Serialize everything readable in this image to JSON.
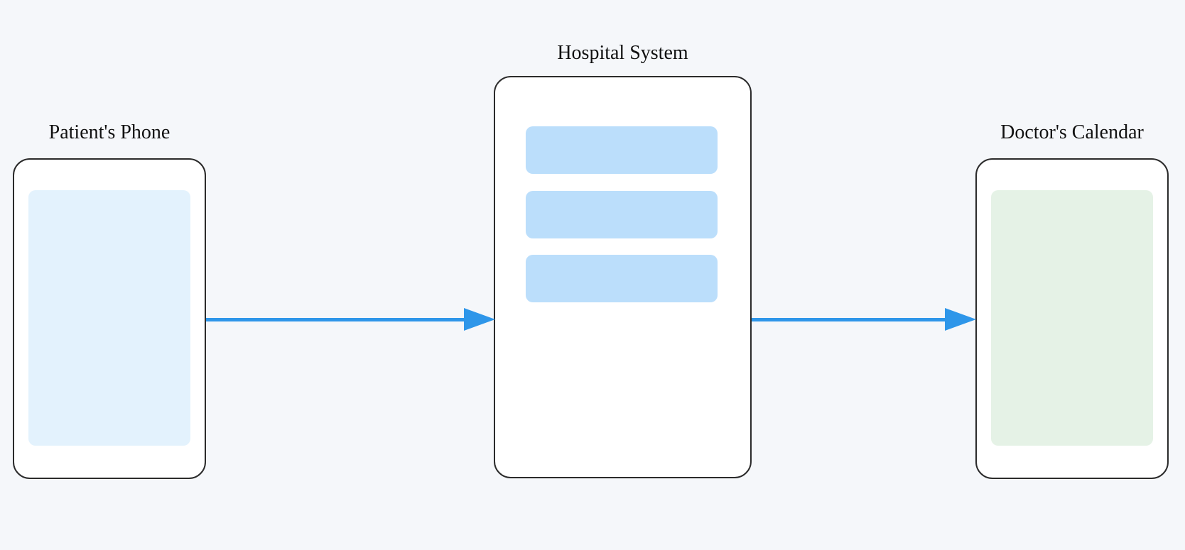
{
  "diagram": {
    "nodes": [
      {
        "id": "patients-phone",
        "label": "Patient's Phone",
        "type": "phone"
      },
      {
        "id": "hospital-system",
        "label": "Hospital System",
        "type": "system",
        "record_bars": 3
      },
      {
        "id": "doctors-calendar",
        "label": "Doctor's Calendar",
        "type": "calendar"
      }
    ],
    "edges": [
      {
        "from": "patients-phone",
        "to": "hospital-system",
        "direction": "right"
      },
      {
        "from": "hospital-system",
        "to": "doctors-calendar",
        "direction": "right"
      }
    ]
  },
  "colors": {
    "bg": "#f5f7fa",
    "text": "#111111",
    "border": "#2b2b2b",
    "node-fill": "#ffffff",
    "phone-screen": "#e3f2fd",
    "bar": "#bbdefb",
    "calendar-screen": "#e5f2e6",
    "arrow": "#2e96e9"
  }
}
